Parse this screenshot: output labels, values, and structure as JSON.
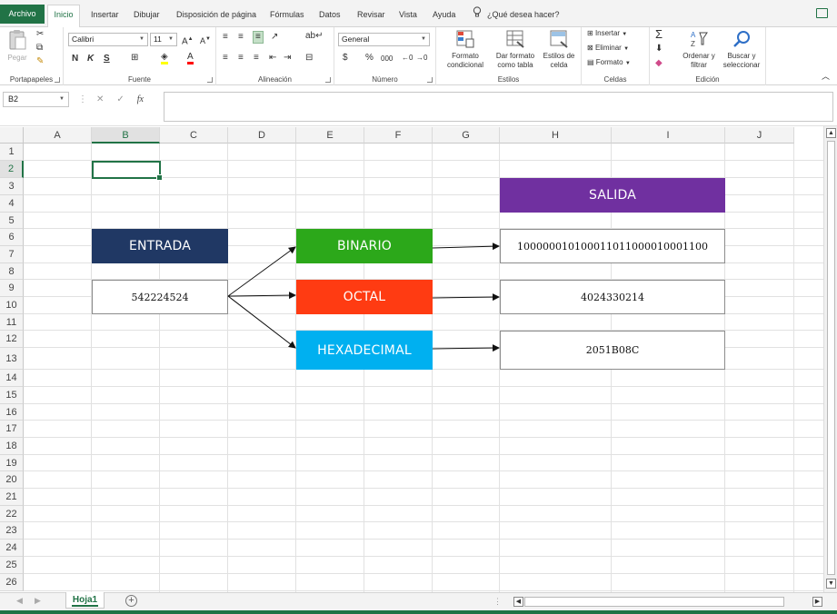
{
  "ribbon_tabs": {
    "file": "Archivo",
    "home": "Inicio",
    "insert": "Insertar",
    "draw": "Dibujar",
    "layout": "Disposición de página",
    "formulas": "Fórmulas",
    "data": "Datos",
    "review": "Revisar",
    "view": "Vista",
    "help": "Ayuda",
    "tell_me": "¿Qué desea hacer?"
  },
  "clipboard": {
    "paste": "Pegar",
    "label": "Portapapeles"
  },
  "font": {
    "name": "Calibri",
    "size": "11",
    "bold": "N",
    "italic": "K",
    "underline": "S",
    "label": "Fuente"
  },
  "alignment": {
    "label": "Alineación"
  },
  "number": {
    "format": "General",
    "currency": "$",
    "percent": "%",
    "thousands": "000",
    "label": "Número"
  },
  "styles": {
    "conditional_line1": "Formato",
    "conditional_line2": "condicional",
    "table_line1": "Dar formato",
    "table_line2": "como tabla",
    "cell_styles_line1": "Estilos de",
    "cell_styles_line2": "celda",
    "label": "Estilos"
  },
  "cells": {
    "insert": "Insertar",
    "delete": "Eliminar",
    "format": "Formato",
    "label": "Celdas"
  },
  "editing": {
    "sort_line1": "Ordenar y",
    "sort_line2": "filtrar",
    "find_line1": "Buscar y",
    "find_line2": "seleccionar",
    "label": "Edición"
  },
  "formula_bar": {
    "name_box": "B2",
    "fx": "fx",
    "value": ""
  },
  "columns": [
    "A",
    "B",
    "C",
    "D",
    "E",
    "F",
    "G",
    "H",
    "I",
    "J"
  ],
  "rows": [
    "1",
    "2",
    "3",
    "4",
    "5",
    "6",
    "7",
    "8",
    "9",
    "10",
    "11",
    "12",
    "13",
    "14",
    "15",
    "16",
    "17",
    "18",
    "19",
    "20",
    "21",
    "22",
    "23",
    "24",
    "25",
    "26"
  ],
  "selected_cell": "B2",
  "shapes": {
    "entrada": {
      "text": "ENTRADA",
      "color": "#203864"
    },
    "input_value": "542224524",
    "binario": {
      "text": "BINARIO",
      "color": "#2ca81a"
    },
    "octal": {
      "text": "OCTAL",
      "color": "#ff3b12"
    },
    "hexadecimal": {
      "text": "HEXADECIMAL",
      "color": "#00b0f0"
    },
    "salida": {
      "text": "SALIDA",
      "color": "#7030a0"
    },
    "binary_result": "100000010100011011000010001100",
    "octal_result": "4024330214",
    "hex_result": "2051B08C"
  },
  "sheet_tabs": {
    "sheet1": "Hoja1"
  },
  "colors": {
    "accent": "#217346"
  }
}
